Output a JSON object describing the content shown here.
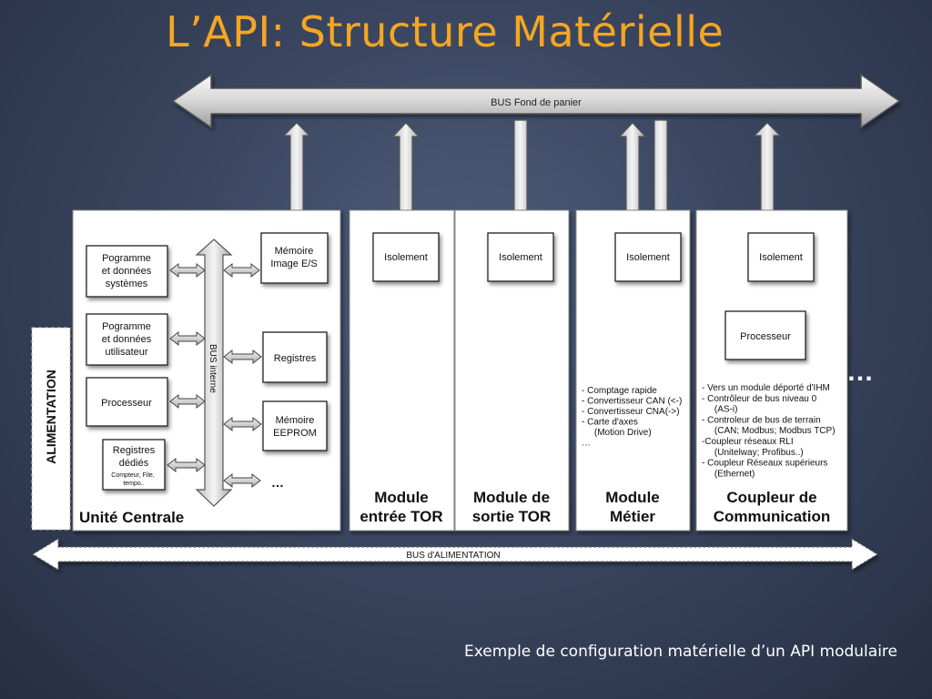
{
  "title": "L’API: Structure Matérielle",
  "caption": "Exemple de configuration matérielle d’un API modulaire",
  "buses": {
    "backplane": "BUS Fond de panier",
    "power": "BUS d'ALIMENTATION",
    "internal": "BUS interne"
  },
  "alimentation": "ALIMENTATION",
  "cpu": {
    "name": "Unité Centrale",
    "left_blocks": [
      {
        "lines": [
          "Pogramme",
          "et données",
          "systèmes"
        ]
      },
      {
        "lines": [
          "Pogramme",
          "et données",
          "utilisateur"
        ]
      },
      {
        "lines": [
          "Processeur"
        ]
      },
      {
        "lines": [
          "Registres",
          "dédiés"
        ],
        "small": "Compteur, File, tempo.."
      }
    ],
    "right_blocks": [
      {
        "lines": [
          "Mémoire",
          "Image E/S"
        ]
      },
      {
        "lines": [
          "Registres"
        ]
      },
      {
        "lines": [
          "Mémoire",
          "EEPROM"
        ]
      }
    ],
    "more": "…"
  },
  "modules": [
    {
      "name_lines": [
        "Module",
        "entrée TOR"
      ],
      "isolement": "Isolement"
    },
    {
      "name_lines": [
        "Module de",
        "sortie TOR"
      ],
      "isolement": "Isolement"
    },
    {
      "name_lines": [
        "Module",
        "Métier"
      ],
      "isolement": "Isolement",
      "notes": [
        "- Comptage rapide",
        "- Convertisseur CAN (<-)",
        "- Convertisseur CNA(->)",
        "- Carte d'axes",
        "     (Motion Drive)",
        "…"
      ]
    },
    {
      "name_lines": [
        "Coupleur de",
        "Communication"
      ],
      "isolement": "Isolement",
      "processor": "Processeur",
      "notes": [
        "- Vers un module déporté d'IHM",
        "- Contrôleur de bus niveau 0",
        "     (AS-i)",
        "- Controleur de bus de terrain",
        "     (CAN; Modbus; Modbus TCP)",
        "-Coupleur réseaux RLI",
        "     (Unitelway; Profibus..)",
        "- Coupleur Réseaux supérieurs",
        "     (Ethernet)"
      ]
    }
  ],
  "more_modules": "…"
}
